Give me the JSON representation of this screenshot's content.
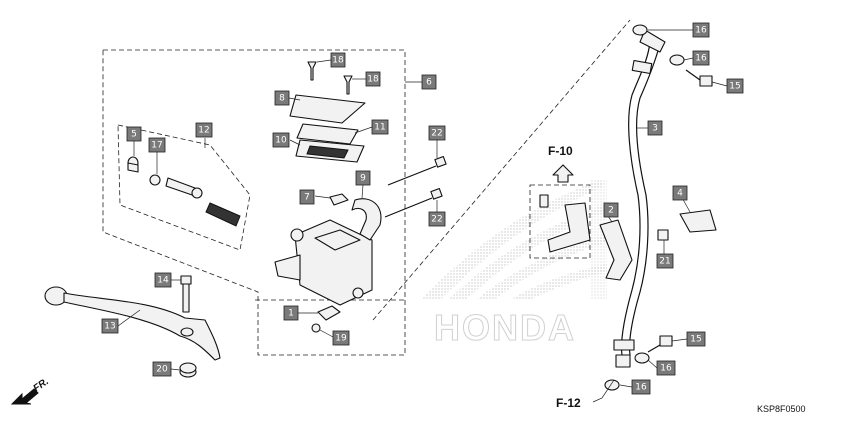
{
  "callouts": {
    "c1": "1",
    "c2": "2",
    "c3": "3",
    "c4": "4",
    "c5": "5",
    "c6": "6",
    "c7": "7",
    "c8": "8",
    "c9": "9",
    "c10": "10",
    "c11": "11",
    "c12": "12",
    "c13": "13",
    "c14": "14",
    "c15a": "15",
    "c15b": "15",
    "c16a": "16",
    "c16b": "16",
    "c16c": "16",
    "c16d": "16",
    "c17": "17",
    "c18a": "18",
    "c18b": "18",
    "c19": "19",
    "c20": "20",
    "c21": "21",
    "c22a": "22",
    "c22b": "22"
  },
  "refs": {
    "f10": "F-10",
    "f12": "F-12"
  },
  "watermark": "HONDA",
  "front_indicator": "FR.",
  "diagram_code": "KSP8F0500"
}
